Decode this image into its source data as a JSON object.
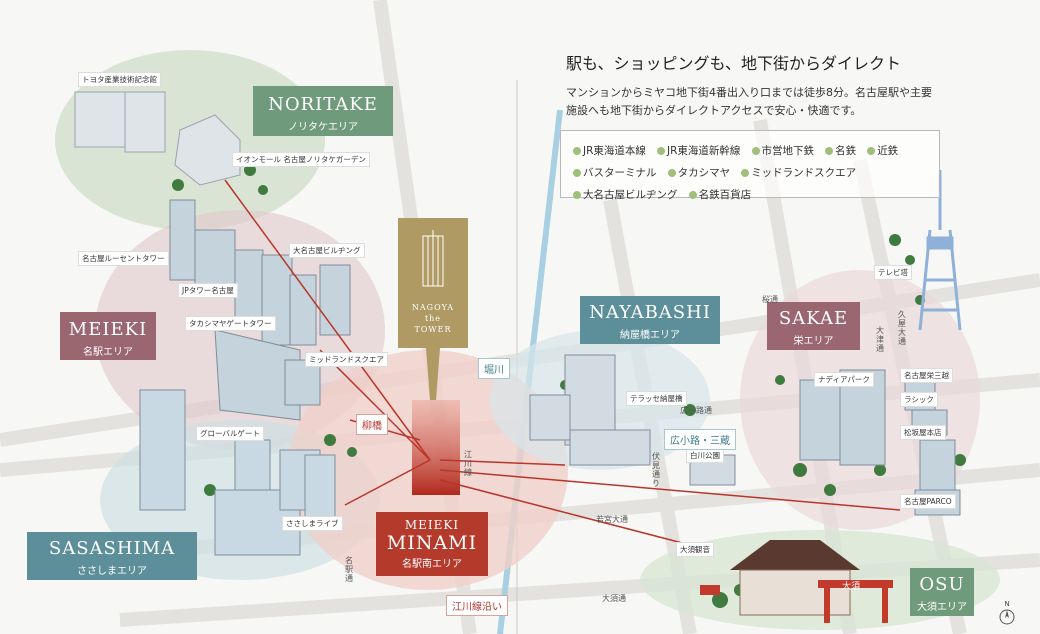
{
  "headline": "駅も、ショッピングも、地下街からダイレクト",
  "lead": "マンションからミヤコ地下街4番出入り口までは徒歩8分。名古屋駅や主要施設へも地下街からダイレクトアクセスで安心・快適です。",
  "legend": {
    "items": [
      {
        "label": "JR東海道本線"
      },
      {
        "label": "JR東海道新幹線"
      },
      {
        "label": "市営地下鉄"
      },
      {
        "label": "名鉄"
      },
      {
        "label": "近鉄"
      },
      {
        "label": "バスターミナル"
      },
      {
        "label": "タカシマヤ"
      },
      {
        "label": "ミッドランドスクエア"
      },
      {
        "label": "大名古屋ビルヂング"
      },
      {
        "label": "名鉄百貨店"
      }
    ]
  },
  "tower_sign": {
    "line1": "NAGOYA",
    "line2": "the",
    "line3": "TOWER"
  },
  "areas": {
    "noritake": {
      "en": "NORITAKE",
      "ja": "ノリタケエリア",
      "color": "#6f9a7c"
    },
    "meieki": {
      "en": "MEIEKI",
      "ja": "名駅エリア",
      "color": "#9a6670"
    },
    "sasashima": {
      "en": "SASASHIMA",
      "ja": "ささしまエリア",
      "color": "#5d8f9a"
    },
    "minami": {
      "en1": "MEIEKI",
      "en2": "MINAMI",
      "ja": "名駅南エリア",
      "color": "#b43a2c"
    },
    "nayabashi": {
      "en": "NAYABASHI",
      "ja": "納屋橋エリア",
      "color": "#5d8f9a"
    },
    "sakae": {
      "en": "SAKAE",
      "ja": "栄エリア",
      "color": "#9a6670"
    },
    "osu": {
      "en": "OSU",
      "ja": "大須エリア",
      "color": "#6f9a7c"
    }
  },
  "landmarks": {
    "toyota": "トヨタ産業技術記念館",
    "aeon": "イオンモール 名古屋ノリタケガーデン",
    "lucent": "名古屋ルーセントタワー",
    "daibiru": "大名古屋ビルヂング",
    "jp": "JPタワー名古屋",
    "takashimaya": "タカシマヤゲートタワー",
    "midland": "ミッドランドスクエア",
    "global": "グローバルゲート",
    "sasashima_live": "ささしまライブ",
    "terrace": "テラッセ納屋橋",
    "shirakawa": "白川公園",
    "tvtower": "テレビ塔",
    "nadya": "ナディアパーク",
    "mitsukoshi": "名古屋栄三越",
    "lachic": "ラシック",
    "matsuzakaya": "松坂屋本店",
    "parco": "名古屋PARCO",
    "osu_kannon": "大須観音"
  },
  "tags": {
    "yanagibashi": "柳橋",
    "horikawa": "堀川",
    "hirokoji_sanjo": "広小路・三蔵",
    "egawa": "江川線沿い"
  },
  "roads": {
    "sakura": "桜通",
    "hirokoji": "広小路通",
    "wakamiya": "若宮大通",
    "otsu": "大須通",
    "fushimi": "伏見通り",
    "egawa_line": "江川線",
    "meieki_line": "名駅通",
    "hisaya": "久屋大通",
    "otsu2": "大津通"
  },
  "osu_gate": "大須",
  "compass": "N"
}
